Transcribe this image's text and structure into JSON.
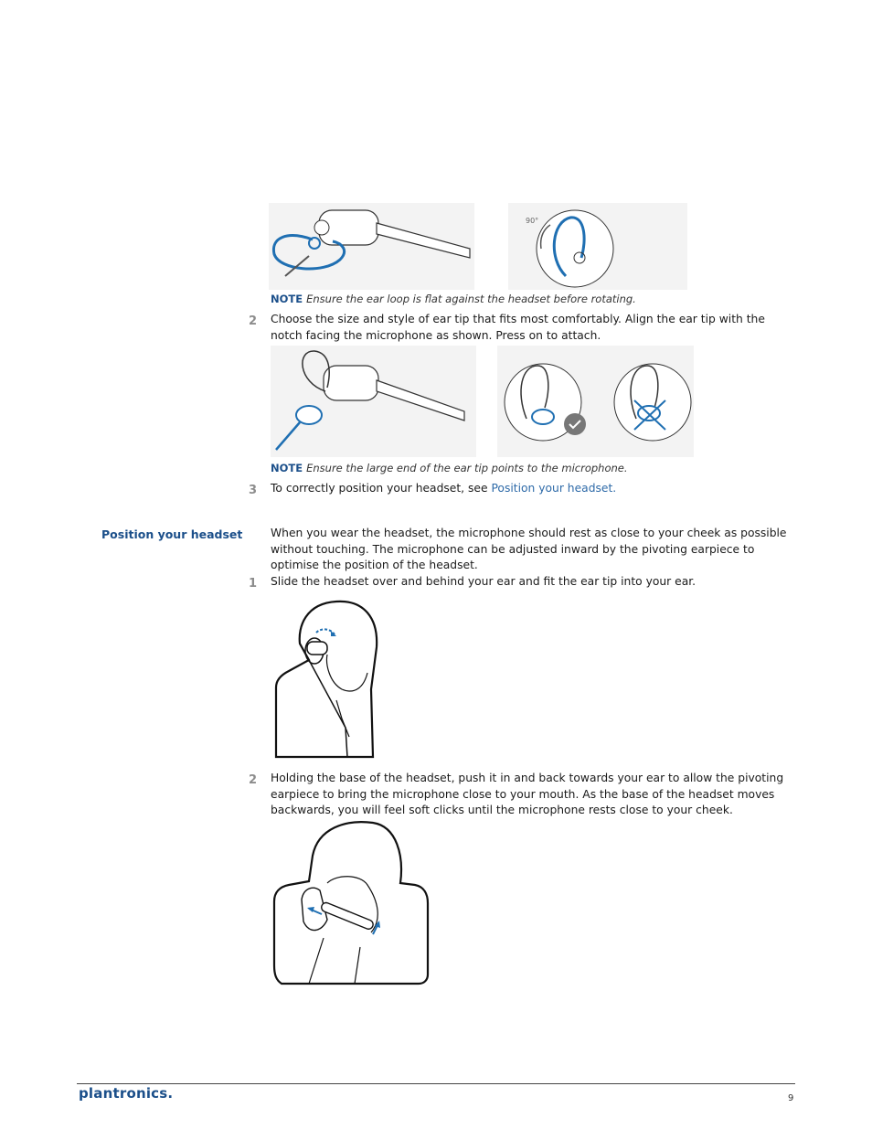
{
  "note1": {
    "label": "NOTE",
    "text": "Ensure the ear loop is flat against the headset before rotating."
  },
  "figure1": {
    "angle_label": "90°"
  },
  "step_a": {
    "number": "2",
    "text": "Choose the size and style of ear tip that fits most comfortably. Align the ear tip with the notch facing the microphone as shown. Press on to attach."
  },
  "note2": {
    "label": "NOTE",
    "text": "Ensure the large end of the ear tip points to the microphone."
  },
  "step_b": {
    "number": "3",
    "text_prefix": "To correctly position your headset, see ",
    "link": "Position your headset."
  },
  "section": {
    "heading": "Position your headset",
    "intro": "When you wear the headset, the microphone should rest as close to your cheek as possible without touching. The microphone can be adjusted inward by the pivoting earpiece to optimise the position of the headset.",
    "step1": {
      "number": "1",
      "text": "Slide the headset over and behind your ear and fit the ear tip into your ear."
    },
    "step2": {
      "number": "2",
      "text": "Holding the base of the headset, push it in and back towards your ear to allow the pivoting earpiece to bring the microphone close to your mouth. As the base of the headset moves backwards, you will feel soft clicks until the microphone rests close to your cheek."
    }
  },
  "footer": {
    "brand": "plantronics.",
    "page_number": "9"
  },
  "colors": {
    "accent": "#1b4f8a",
    "link": "#2e6aa8",
    "illustration_blue": "#1f6fb2"
  }
}
